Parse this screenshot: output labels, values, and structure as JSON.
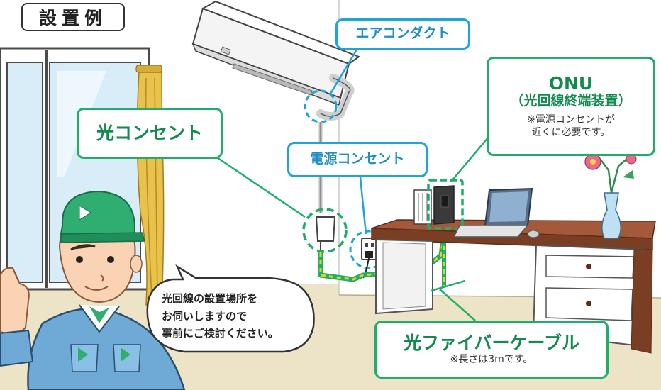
{
  "title": "設置例",
  "labels": {
    "aircon_duct": "エアコンダクト",
    "optical_outlet": "光コンセント",
    "power_outlet": "電源コンセント",
    "onu_title": "ONU",
    "onu_subtitle": "（光回線終端装置）",
    "onu_note_line1": "※電源コンセントが",
    "onu_note_line2": "近くに必要です。",
    "fiber_cable": "光ファイバーケーブル",
    "fiber_note": "※長さは3mです。"
  },
  "speech": {
    "line1": "光回線の設置場所を",
    "line2": "お伺いしますので",
    "line3": "事前にご検討ください。"
  },
  "colors": {
    "green": "#1fae6a",
    "blue": "#1ea4d8",
    "floor": "#ede3c6",
    "wall": "#ffffff",
    "desk_top": "#a45a3a",
    "uniform": "#6fa9d6",
    "cap": "#2fae72",
    "fiber_line": "#e8d21a"
  }
}
